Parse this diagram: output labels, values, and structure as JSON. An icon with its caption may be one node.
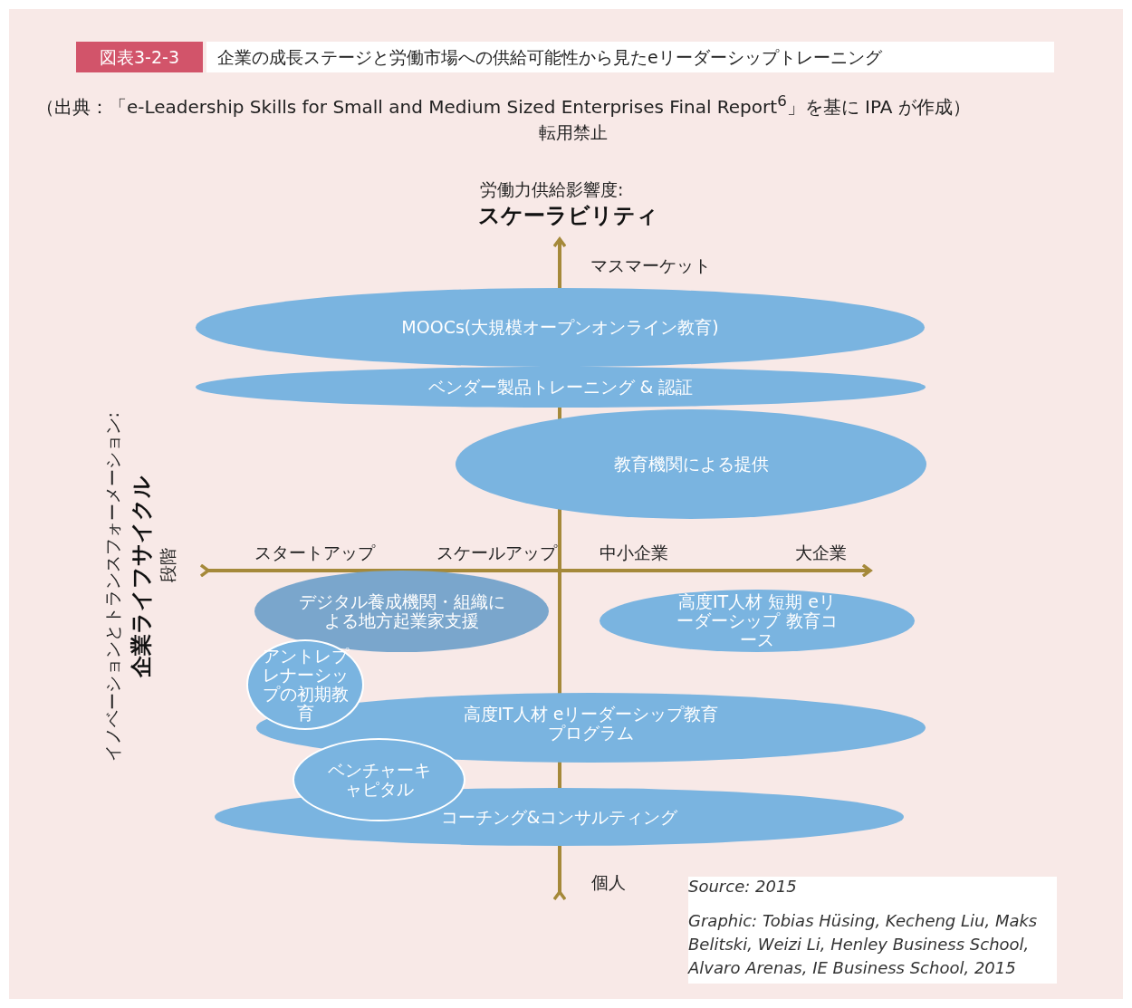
{
  "diagram": {
    "title": "企業の成長ステージと労働市場への供給可能性から見たeリーダーシップトレーニング",
    "nodes": [
      {
        "text": [
          "MOOCs(大規模オープンオンライン教育)"
        ]
      },
      {
        "text": [
          "ベンダー製品トレーニング & 認証"
        ]
      },
      {
        "text": [
          "教育機関による提供"
        ]
      },
      {
        "text": [
          "デジタル養成機関・組織による地方起業家支援"
        ]
      },
      {
        "text": [
          "高度IT人材 短期 eリーダーシップ 教育コース"
        ]
      },
      {
        "text": [
          "アントレプレナーシップの初期教育"
        ]
      },
      {
        "text": [
          "高度IT人材 eリーダーシップ教育プログラム"
        ]
      },
      {
        "text": [
          "ベンチャーキャピタル"
        ]
      },
      {
        "text": [
          "コーチング&コンサルティング"
        ]
      }
    ],
    "edges": [],
    "labels": [
      "図表3-2-3",
      "（出典：「e-Leadership Skills for Small and Medium Sized Enterprises Final Report$^{6}$」を基に IPA が作成）",
      "転用禁止",
      "労働力供給影響度:",
      "スケーラビリティ",
      "マスマーケット",
      "イノベーションとトランスフォーメーション:",
      "企業ライフサイクル",
      "段階",
      "スタートアップ",
      "スケールアップ",
      "中小企業",
      "大企業",
      "個人",
      "Source: 2015",
      "Graphic: Tobias Hüsing, Kecheng Liu, Maks Belitski, Weizi Li, Henley Business School, Alvaro Arenas, IE Business School, 2015"
    ]
  }
}
